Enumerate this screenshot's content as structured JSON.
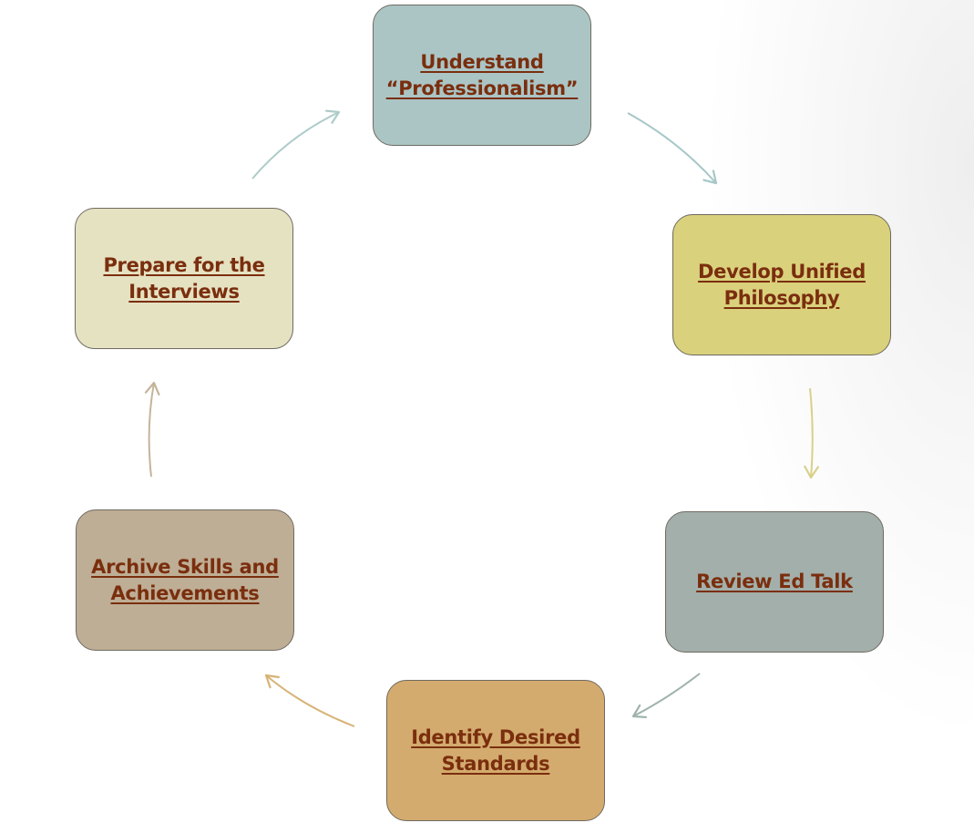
{
  "cycle": {
    "nodes": [
      {
        "label": "Understand “Professionalism”",
        "color": "#abc5c5"
      },
      {
        "label": "Develop Unified Philosophy",
        "color": "#dad17c"
      },
      {
        "label": "Review Ed Talk",
        "color": "#a3afaa"
      },
      {
        "label": "Identify Desired Standards",
        "color": "#d4ab6e"
      },
      {
        "label": "Archive Skills and Achievements",
        "color": "#beae95"
      },
      {
        "label": "Prepare for the Interviews",
        "color": "#e5e2c2"
      }
    ],
    "arrow_colors": [
      "#a7c7c7",
      "#d9d08a",
      "#9fb2ae",
      "#d8b377",
      "#c5b49a",
      "#aeccc9"
    ]
  }
}
